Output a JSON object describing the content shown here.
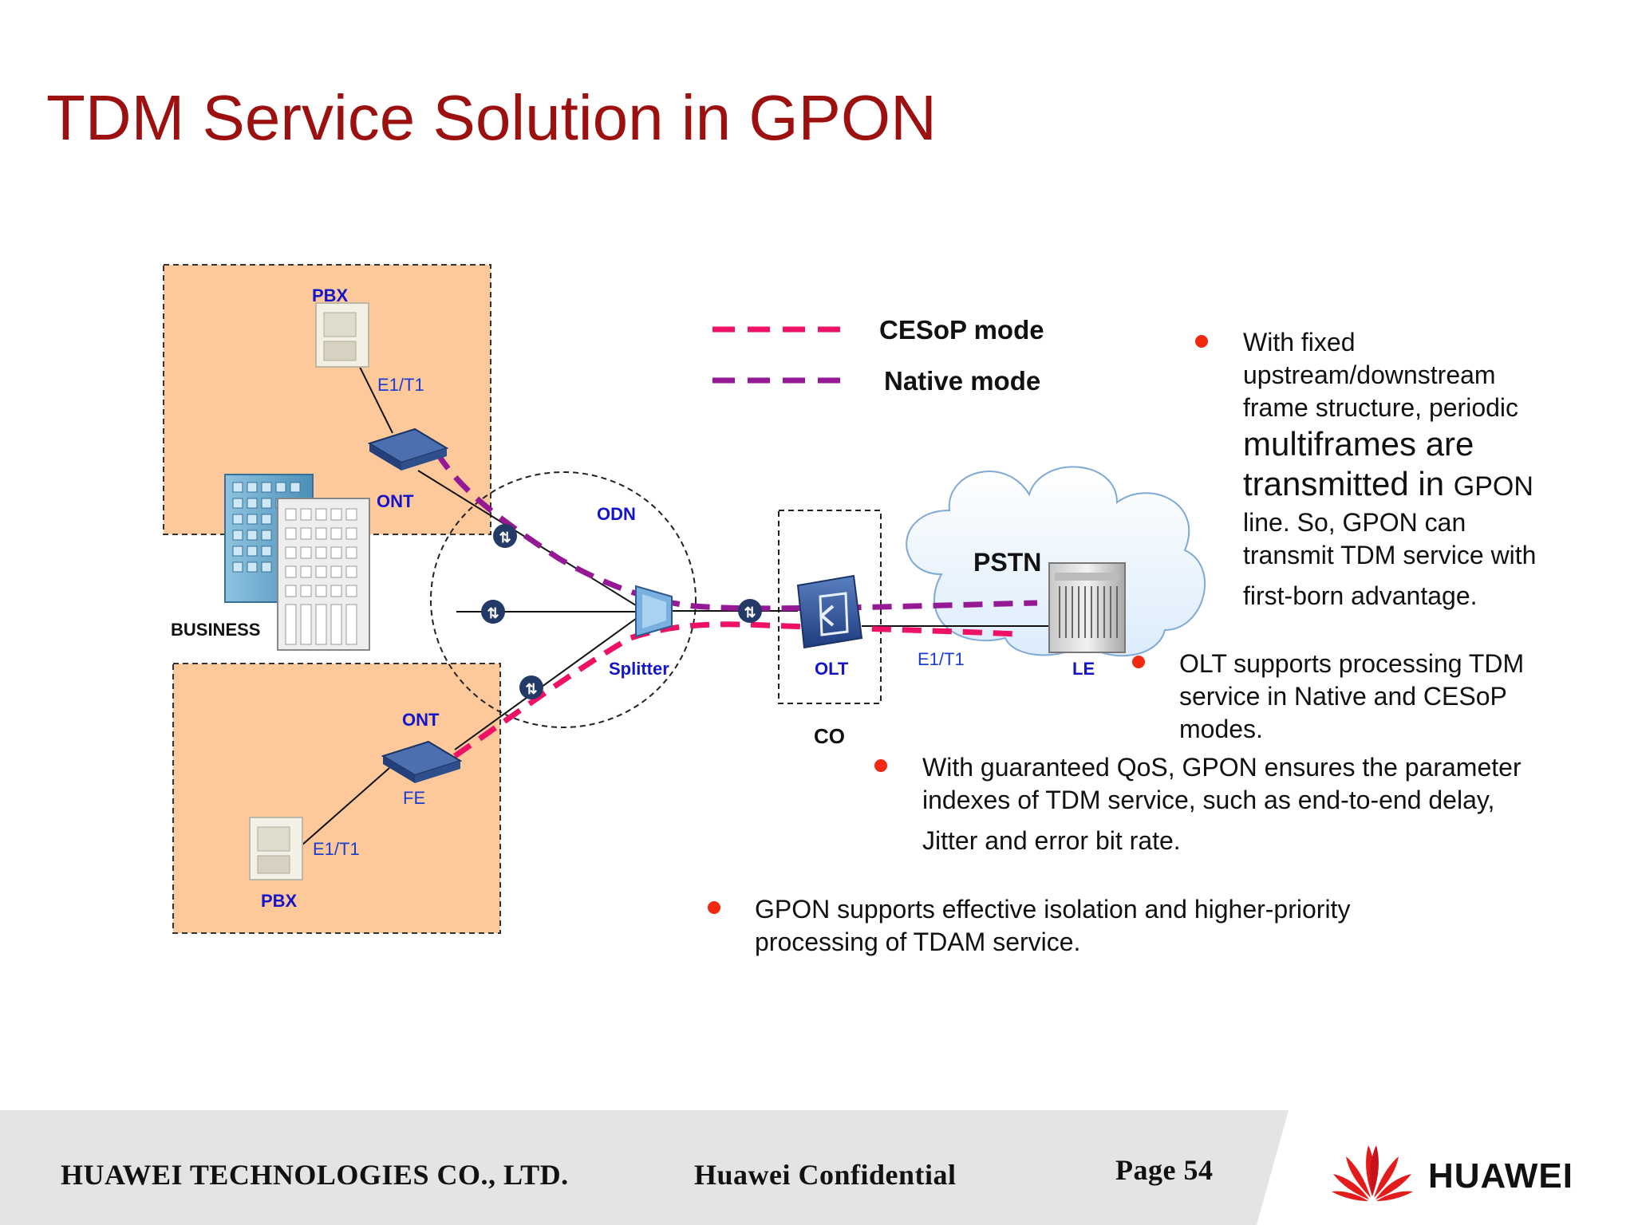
{
  "slide": {
    "title": "TDM  Service Solution in GPON"
  },
  "legend": {
    "cesop_label": "CESoP mode",
    "native_label": "Native mode",
    "colors": {
      "cesop": "#ee1166",
      "native": "#951995"
    }
  },
  "diagram": {
    "pbx_top": "PBX",
    "e1t1_top": "E1/T1",
    "ont_top": "ONT",
    "business": "BUSINESS",
    "odn": "ODN",
    "splitter": "Splitter",
    "ont_bottom": "ONT",
    "fe": "FE",
    "e1t1_bottom": "E1/T1",
    "pbx_bottom": "PBX",
    "olt": "OLT",
    "co": "CO",
    "e1t1_olt": "E1/T1",
    "pstn": "PSTN",
    "le": "LE",
    "colors": {
      "area": "#fdc99b",
      "title": "#9c1010",
      "bullet": "#ef2a10"
    }
  },
  "bullets": {
    "b1_l1": "With fixed",
    "b1_l2": "upstream/downstream",
    "b1_l3": "frame structure, periodic",
    "b1_l4": "multiframes are",
    "b1_l5a": "transmitted in ",
    "b1_l5b": "GPON",
    "b1_l6": "line. So, GPON can",
    "b1_l7": "transmit TDM service with",
    "b1_l8": "first-born advantage.",
    "b2_l1": "OLT supports processing TDM",
    "b2_l2": "service in Native and CESoP",
    "b2_l3": "modes.",
    "b3_l1": "With guaranteed QoS, GPON ensures the parameter",
    "b3_l2": "indexes of TDM service, such as end-to-end delay,",
    "b3_l3": "Jitter and error bit rate.",
    "b4_l1": "GPON supports effective isolation and higher-priority",
    "b4_l2": "processing of TDAM service."
  },
  "footer": {
    "company": "HUAWEI TECHNOLOGIES CO., LTD.",
    "confidential": "Huawei Confidential",
    "page": "Page 54",
    "brand": "HUAWEI"
  }
}
